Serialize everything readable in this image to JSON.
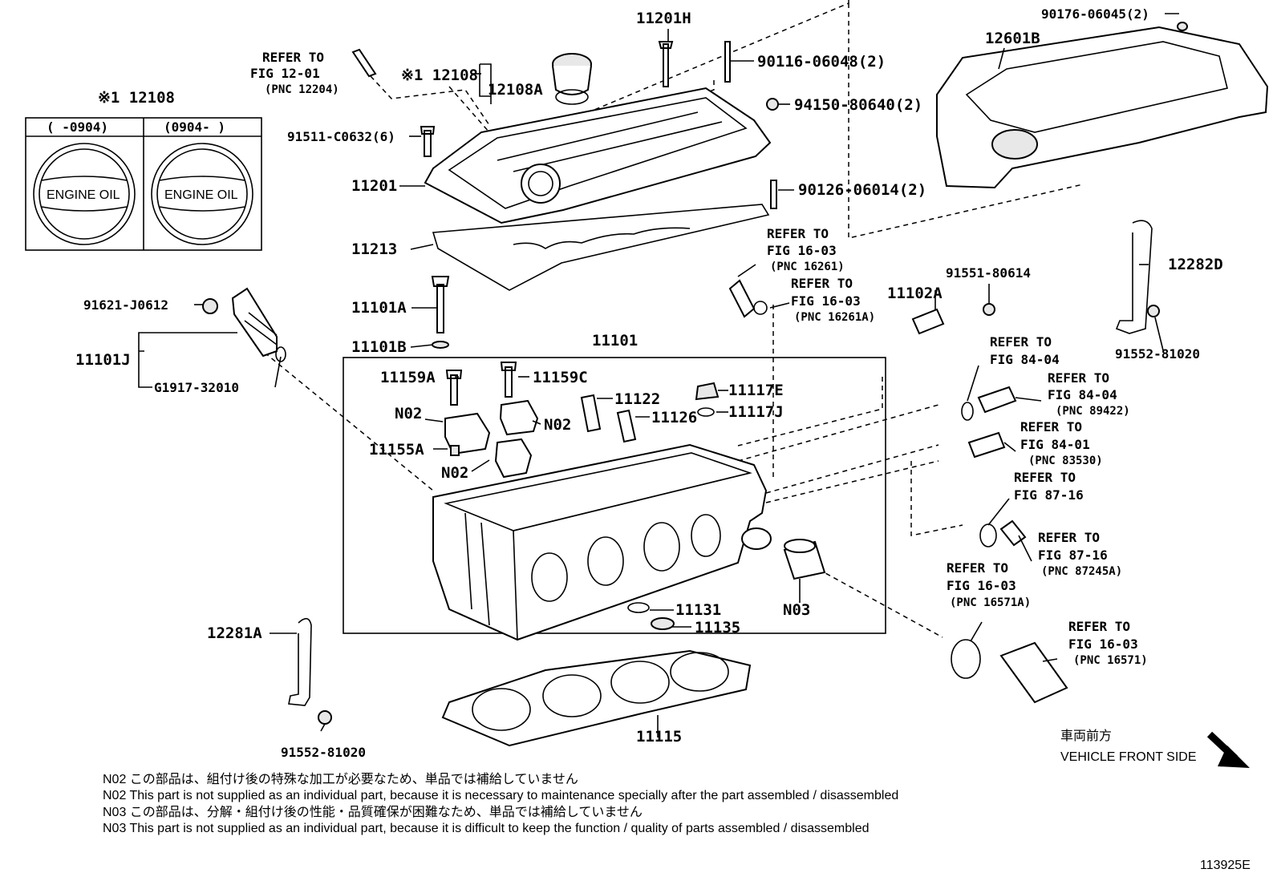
{
  "diagram_id": "113925E",
  "inset": {
    "title": "※1 12108",
    "col_left": "(     -0904)",
    "col_right": "(0904-     )",
    "cap_text": "ENGINE OIL"
  },
  "labels": {
    "p11201H": "11201H",
    "p90116": "90116-06048(2)",
    "p90176": "90176-06045(2)",
    "p12601B": "12601B",
    "p12108": "※1 12108",
    "p12108A": "12108A",
    "p94150": "94150-80640(2)",
    "p91511": "91511-C0632(6)",
    "p11201": "11201",
    "p90126": "90126-06014(2)",
    "p11213": "11213",
    "p11101A": "11101A",
    "p11101B": "11101B",
    "p91621": "91621-J0612",
    "p11101J": "11101J",
    "pG1917": "G1917-32010",
    "p11102A": "11102A",
    "p91551": "91551-80614",
    "p12282D": "12282D",
    "p91552a": "91552-81020",
    "p11101": "11101",
    "p11159A": "11159A",
    "p11159C": "11159C",
    "p11117E": "11117E",
    "p11117J": "11117J",
    "p11122": "11122",
    "p11126": "11126",
    "pN02a": "N02",
    "pN02b": "N02",
    "pN02c": "N02",
    "p11155A": "11155A",
    "pN03": "N03",
    "p11131": "11131",
    "p11135": "11135",
    "p12281A": "12281A",
    "p91552b": "91552-81020",
    "p11115": "11115"
  },
  "refs": {
    "r1": [
      "REFER TO",
      "FIG 12-01",
      "(PNC 12204)"
    ],
    "r2": [
      "REFER TO",
      "FIG 16-03",
      "(PNC 16261)"
    ],
    "r3": [
      "REFER TO",
      "FIG 16-03",
      "(PNC 16261A)"
    ],
    "r4": [
      "REFER TO",
      "FIG 84-04"
    ],
    "r5": [
      "REFER TO",
      "FIG 84-04",
      "(PNC 89422)"
    ],
    "r6": [
      "REFER TO",
      "FIG 84-01",
      "(PNC 83530)"
    ],
    "r7": [
      "REFER TO",
      "FIG 87-16"
    ],
    "r8": [
      "REFER TO",
      "FIG 87-16",
      "(PNC 87245A)"
    ],
    "r9": [
      "REFER TO",
      "FIG 16-03",
      "(PNC 16571A)"
    ],
    "r10": [
      "REFER TO",
      "FIG 16-03",
      "(PNC 16571)"
    ]
  },
  "direction": {
    "jp": "車両前方",
    "en": "VEHICLE FRONT SIDE"
  },
  "notes": [
    "N02  この部品は、組付け後の特殊な加工が必要なため、単品では補給していません",
    "N02 This part is not supplied as an individual part, because it is necessary to maintenance specially after the part assembled / disassembled",
    "N03  この部品は、分解・組付け後の性能・品質確保が困難なため、単品では補給していません",
    "N03 This part is not supplied as an individual part, because it is difficult to keep the function / quality of parts  assembled / disassembled"
  ]
}
